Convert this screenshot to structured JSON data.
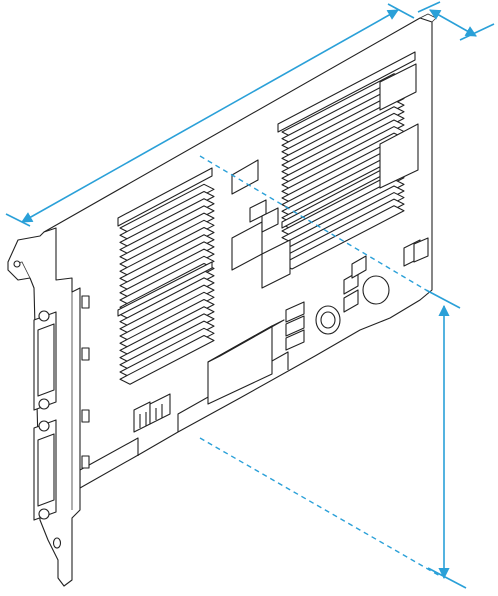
{
  "diagram": {
    "kind": "isometric line drawing of a graphics card with dimension arrows",
    "colors": {
      "line": "#222222",
      "dimension": "#2aa0d8",
      "background": "#ffffff"
    },
    "dimensions": [
      {
        "id": "length",
        "label": ""
      },
      {
        "id": "thickness",
        "label": ""
      },
      {
        "id": "height",
        "label": ""
      }
    ],
    "connectors": [
      {
        "id": "dvi-upper",
        "type": "DVI"
      },
      {
        "id": "dvi-lower",
        "type": "DVI"
      }
    ]
  }
}
